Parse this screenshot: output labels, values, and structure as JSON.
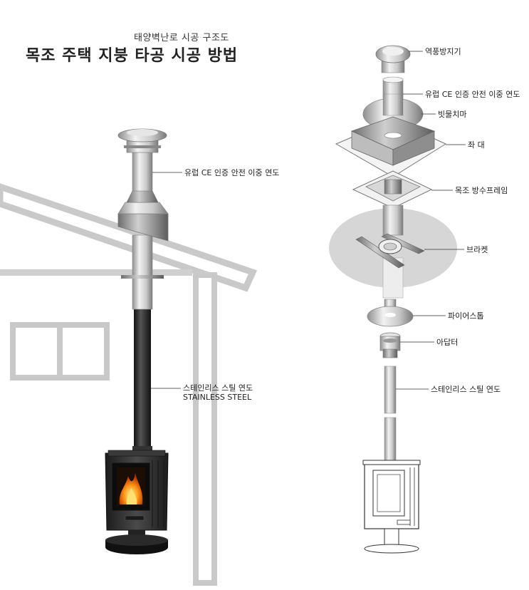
{
  "header": {
    "subtitle": "태양벽난로 시공 구조도",
    "title": "목조 주택 지붕 타공 시공 방법"
  },
  "left_labels": {
    "double_flue": "유럽 CE 인증 안전 이중 연도",
    "stainless_flue_kr": "스테인리스 스틸 연도",
    "stainless_flue_en": "STAINLESS STEEL"
  },
  "right_labels": {
    "backdraft_cap": "역풍방지기",
    "double_flue": "유럽 CE 인증 안전 이중 연도",
    "rain_skirt": "빗물치마",
    "base_plate": "좌  대",
    "wood_flashing_frame": "목조 방수프레임",
    "bracket": "브라켓",
    "firestop": "파이어스톱",
    "adapter": "아답터",
    "stainless_flue": "스테인리스 스틸 연도"
  },
  "colors": {
    "house_outline": "#d0d0d0",
    "stove_body": "#2e2e2e",
    "black_pipe": "#2a2a2a",
    "steel_light": "#e0e0e0",
    "steel_dark": "#9a9a9a",
    "flame": "#ff9a1a",
    "ceiling_ellipse": "#d6d6d6"
  }
}
